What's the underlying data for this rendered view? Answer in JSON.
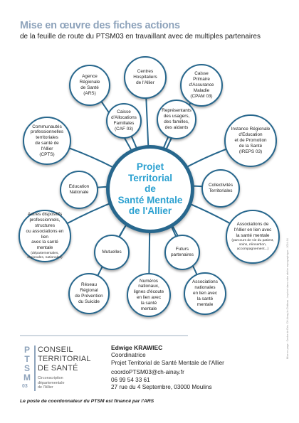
{
  "header": {
    "title": "Mise en œuvre des fiches actions",
    "subtitle": "de la feuille de route du PTSM03 en travaillant avec de multiples partenaires"
  },
  "diagram": {
    "center": {
      "label": "Projet\nTerritorial\nde\nSanté Mentale\nde l'Allier"
    },
    "nodes": [
      {
        "id": "ars",
        "label": "Agence\nRégionale\nde Santé\n(ARS)"
      },
      {
        "id": "chs",
        "label": "Centres\nHospitaliers\nde l'Allier"
      },
      {
        "id": "cpam",
        "label": "Caisse\nPrimaire\nd'Assurance\nMaladie\n(CPAM 03)"
      },
      {
        "id": "cpts",
        "label": "Communautés\nprofessionnelles\nterritoriales\nde santé de l'Allier\n(CPTS)"
      },
      {
        "id": "caf",
        "label": "Caisse\nd'Allocations\nFamiliales\n(CAF 03)"
      },
      {
        "id": "usagers",
        "label": "Représentants\ndes usagers,\ndes familles,\ndes aidants"
      },
      {
        "id": "ireps",
        "label": "Instance Régionale\nd'Education\net de Promotion\nde la Santé\n(IREPS 03)"
      },
      {
        "id": "education",
        "label": "Education\nNationale"
      },
      {
        "id": "collectivites",
        "label": "Collectivités\nTerritoriales"
      },
      {
        "id": "dispositifs",
        "label": "Autres dispositifs\nprofessionnels, structures\nou associations en lien\navec la santé mentale",
        "sub": "(départementales,\nrégionales, nationales)"
      },
      {
        "id": "assoc-allier",
        "label": "Associations de\nl'Allier en lien avec\nla santé mentale",
        "sub": "(parcours de vie du patient,\nsoins, réinsertion,\naccompagnement...)"
      },
      {
        "id": "mutuelles",
        "label": "Mutuelles"
      },
      {
        "id": "futurs",
        "label": "Futurs\npartenaires"
      },
      {
        "id": "reseau",
        "label": "Réseau\nRégional\nde Prévention\ndu Suicide"
      },
      {
        "id": "numeros",
        "label": "Numéros\nnationaux,\nlignes d'écoute\nen lien avec\nla santé mentale"
      },
      {
        "id": "assoc-nat",
        "label": "Associations\nnationales\nen lien avec\nla santé mentale"
      }
    ]
  },
  "logo": {
    "letters": [
      "P",
      "T",
      "S",
      "M"
    ],
    "number": "03",
    "words": [
      "CONSEIL",
      "TERRITORIAL",
      "DE SANTÉ"
    ],
    "sub": [
      "Circonscription",
      "départementale",
      "de l'Allier"
    ]
  },
  "contact": {
    "name": "Edwige KRAWIEC",
    "role": "Coordinatrice",
    "org": "Projet Territorial de Santé Mentale de l'Allier",
    "email": "coordoPTSM03@ch-ainay.fr",
    "phone": "06 99 54 33 61",
    "address": "27 rue du 4 Septembre, 03000 Moulins"
  },
  "footer": "Le poste de coordonnateur du PTSM est financé par l'ARS",
  "credit": "Mise en page : Centre de Dév. CH Ainay-le-Château - imprimé dans notre atelier reprographique - 2024-04",
  "colors": {
    "accent": "#27678d",
    "center_text": "#2aa0d0",
    "title": "#8ea3bb"
  }
}
